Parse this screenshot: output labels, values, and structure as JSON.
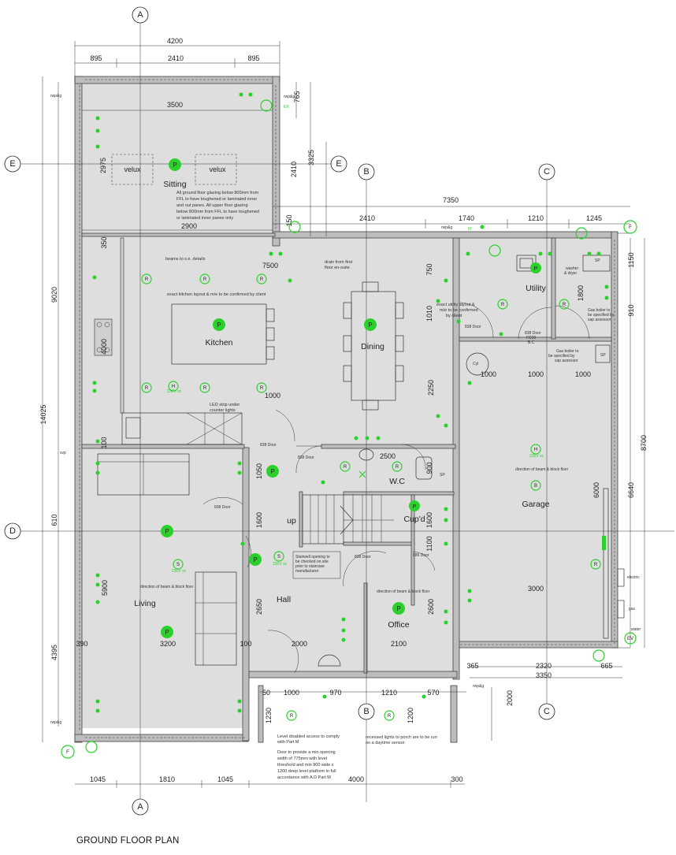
{
  "title": "GROUND FLOOR PLAN",
  "grid_markers": [
    "A",
    "B",
    "C",
    "D",
    "E"
  ],
  "rooms": {
    "sitting": "Sitting",
    "kitchen": "Kitchen",
    "dining": "Dining",
    "utility": "Utility",
    "garage": "Garage",
    "wc": "W.C",
    "cupd": "Cup'd",
    "living": "Living",
    "hall": "Hall",
    "office": "Office",
    "up": "up"
  },
  "labels": {
    "velux1": "velux",
    "velux2": "velux",
    "beams": "beams to s.e. details",
    "drain": "drain from first floor en-suite",
    "kitchen_layout": "exact kitchen layout & m/e to be confirmed by client",
    "utility_layout": "exact utility layout & m/e to be confirmed by client",
    "led_strip": "LED strip under counter lights",
    "washer": "washer & dryer",
    "boiler1": "Gas boiler to be specified by sap assessor",
    "boiler2": "Gas boiler to be specified by sap assessor",
    "door_838_utility": "838 Door",
    "door_838_fd30": "838 Door FD30 B.C",
    "door_838_kitchen": "838 Door",
    "door_838_wc": "838 Door",
    "door_838_living": "838 Door",
    "door_838_hall": "838 Door",
    "door_686": "686 Door",
    "cyl": "Cyl",
    "stairwell": "Stairwell opening to be checked on site prior to staircase manufacturer",
    "glazing": "All ground floor glazing below 800mm from FFL to have toughened or laminated inner and out panes. All upper floor glazing below 800mm from FFL to have toughened or laminated inner panes only",
    "access1": "Level disabled access to comply with Part M",
    "access2": "Door to provide a min opening width of 775mm with level threshold and min 900 wide x 1200 deep level platform in full accordance with A.D Part M",
    "recessed": "recessed lights to porch are to be run on a daytime sensor",
    "electric": "electric",
    "gas": "gas",
    "water": "water",
    "rwpg1": "rwp&g",
    "rwpg2": "rwp&g",
    "rwpg3": "rwp&g",
    "rwpg4": "rwp&g",
    "rwpg5": "rwp&g",
    "svp": "svp",
    "floor_dir": "direction of beam & block floor",
    "ex": "EX",
    "ev": "EV",
    "ip": "IP",
    "sp": "SP",
    "h_230": "230V sc",
    "s_230": "230V sc"
  },
  "dims": {
    "d4200": "4200",
    "d895a": "895",
    "d2410a": "2410",
    "d895b": "895",
    "d3500": "3500",
    "d765": "765",
    "d2975": "2975",
    "d3325": "3325",
    "d2410b": "2410",
    "d7350": "7350",
    "d2410c": "2410",
    "d1740": "1740",
    "d1210a": "1210",
    "d1245": "1245",
    "d2900": "2900",
    "d350": "350",
    "d150": "150",
    "d7500": "7500",
    "d750": "750",
    "d1150": "1150",
    "d1800": "1800",
    "d910": "910",
    "d9020": "9020",
    "d4000": "4000",
    "d1010": "1010",
    "d1000a": "1000",
    "d1000b": "1000",
    "d1000c": "1000",
    "d1000d": "1000",
    "d2250": "2250",
    "d8700": "8700",
    "d100a": "100",
    "d2500": "2500",
    "d900": "900",
    "d1050": "1050",
    "d14025": "14025",
    "d610": "610",
    "d1600a": "1600",
    "d1600b": "1600",
    "d6000": "6000",
    "d6640": "6640",
    "d1100": "1100",
    "d5900": "5900",
    "d2650": "2650",
    "d2600": "2600",
    "d3000": "3000",
    "d4395": "4395",
    "d3200": "3200",
    "d100b": "100",
    "d2000a": "2000",
    "d2100": "2100",
    "d365": "365",
    "d2320": "2320",
    "d665": "665",
    "d3350": "3350",
    "d50": "50",
    "d1000e": "1000",
    "d970": "970",
    "d1210b": "1210",
    "d570": "570",
    "d1230": "1230",
    "d1200": "1200",
    "d2000b": "2000",
    "d1045a": "1045",
    "d1810": "1810",
    "d1045b": "1045",
    "d4000b": "4000",
    "d300": "300",
    "d390": "390"
  },
  "colors": {
    "wall": "#bdbdbd",
    "floor": "#dedede",
    "electrical": "#2bd12b",
    "line": "#333333"
  },
  "symbols": {
    "light_point": "P",
    "recessed_light": "R",
    "smoke_detector": "S",
    "heat_detector": "H",
    "extractor": "EX",
    "fire_marker": "F",
    "battery": "B"
  }
}
